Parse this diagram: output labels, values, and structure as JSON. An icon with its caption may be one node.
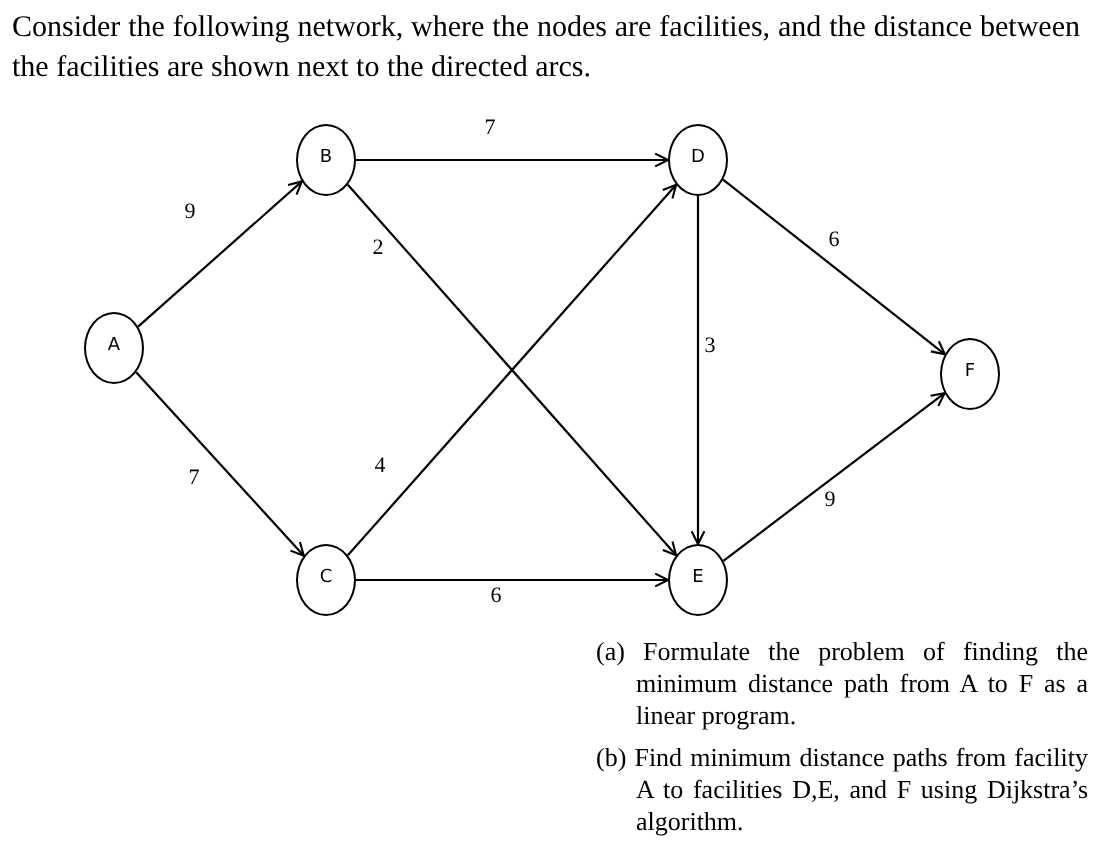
{
  "diagram": {
    "title": "Consider the following network, where the nodes are facilities, and the distance between the facilities are shown next to the directed arcs.",
    "nodes": [
      {
        "text": [
          "A"
        ]
      },
      {
        "text": [
          "B"
        ]
      },
      {
        "text": [
          "C"
        ]
      },
      {
        "text": [
          "D"
        ]
      },
      {
        "text": [
          "E"
        ]
      },
      {
        "text": [
          "F"
        ]
      }
    ],
    "edges": [
      {
        "from": 0,
        "to": 1,
        "arrow": "to",
        "label": "9"
      },
      {
        "from": 0,
        "to": 2,
        "arrow": "to",
        "label": "7"
      },
      {
        "from": 1,
        "to": 3,
        "arrow": "to",
        "label": "7"
      },
      {
        "from": 1,
        "to": 4,
        "arrow": "to",
        "label": "2"
      },
      {
        "from": 2,
        "to": 3,
        "arrow": "to",
        "label": "4"
      },
      {
        "from": 2,
        "to": 4,
        "arrow": "to",
        "label": "6"
      },
      {
        "from": 3,
        "to": 4,
        "arrow": "to",
        "label": "3"
      },
      {
        "from": 3,
        "to": 5,
        "arrow": "to",
        "label": "6"
      },
      {
        "from": 4,
        "to": 5,
        "arrow": "to",
        "label": "9"
      }
    ],
    "labels": [
      "(a) Formulate the problem of finding the minimum distance path from A to F as a linear program.",
      "(b) Find minimum distance paths from facility A to facilities D,E, and F using Dijkstra’s algorithm."
    ]
  }
}
